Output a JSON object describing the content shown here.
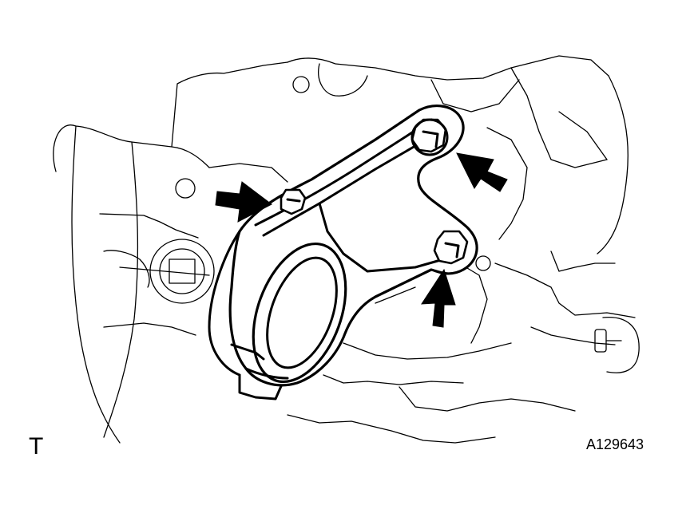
{
  "labels": {
    "view_marker": "T",
    "figure_code": "A129643"
  },
  "callouts": {
    "count": 3,
    "arrow_color": "#000000",
    "target": "bracket-mounting-bolts"
  },
  "colors": {
    "line": "#000000",
    "background": "#ffffff"
  }
}
